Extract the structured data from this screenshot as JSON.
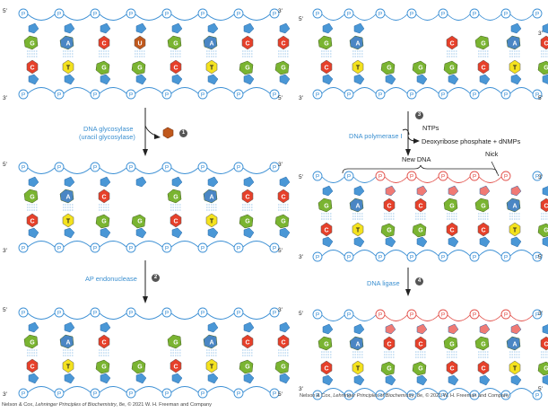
{
  "enzymes": {
    "glycosylase_line1": "DNA glycosylase",
    "glycosylase_line2": "(uracil glycosylase)",
    "ap_endonuclease": "AP endonuclease",
    "polymerase": "DNA polymerase I",
    "ligase": "DNA ligase"
  },
  "reagents": {
    "ntps": "NTPs",
    "byproducts": "Deoxyribose phosphate + dNMPs"
  },
  "removed_base": "U",
  "steps": [
    "1",
    "2",
    "3",
    "4"
  ],
  "annotations": {
    "new_dna": "New DNA",
    "nick": "Nick"
  },
  "strand_ends": {
    "five": "5′",
    "three": "3′"
  },
  "phosphate_label": "P",
  "credit": {
    "prefix": "Nelson & Cox, ",
    "title": "Lehninger Principles of Biochemistry",
    "suffix": ", 8e, © 2021 W. H. Freeman and Company"
  },
  "colors": {
    "backbone": "#3b8fd4",
    "sugar": "#4a97d6",
    "new_backbone": "#e2504a",
    "new_sugar": "#f07a74",
    "G": "#7ab431",
    "C": "#e6402a",
    "A": "#4a86c4",
    "T": "#f4e21e",
    "U": "#c0581c"
  },
  "panels": [
    {
      "top": [
        "G",
        "A",
        "C",
        "U",
        "G",
        "A",
        "C",
        "C"
      ],
      "bottom": [
        "C",
        "T",
        "G",
        "G",
        "C",
        "T",
        "G",
        "G"
      ],
      "missing": []
    },
    {
      "top": [
        "G",
        "A",
        "C",
        "",
        "G",
        "A",
        "C",
        "C"
      ],
      "bottom": [
        "C",
        "T",
        "G",
        "G",
        "C",
        "T",
        "G",
        "G"
      ],
      "missing": []
    },
    {
      "top": [
        "G",
        "A",
        "C",
        "",
        "G",
        "A",
        "C",
        "C"
      ],
      "bottom": [
        "C",
        "T",
        "G",
        "G",
        "C",
        "T",
        "G",
        "G"
      ],
      "missing": [
        3,
        4
      ]
    },
    {
      "top": [
        "G",
        "A",
        "",
        "",
        "C",
        "G",
        "A",
        "C"
      ],
      "bottom": [
        "C",
        "T",
        "G",
        "G",
        "G",
        "C",
        "T",
        "G"
      ],
      "missing": [
        2,
        3,
        4,
        5
      ]
    },
    {
      "top": [
        "G",
        "A",
        "C",
        "C",
        "G",
        "G",
        "A",
        "C"
      ],
      "bottom": [
        "C",
        "T",
        "G",
        "G",
        "C",
        "C",
        "T",
        "G"
      ],
      "missing": [],
      "new": [
        2,
        3,
        4,
        5,
        6
      ],
      "nick": 6
    },
    {
      "top": [
        "G",
        "A",
        "C",
        "C",
        "G",
        "G",
        "A",
        "C"
      ],
      "bottom": [
        "C",
        "T",
        "G",
        "G",
        "C",
        "C",
        "T",
        "G"
      ],
      "missing": [],
      "new": [
        2,
        3,
        4,
        5,
        6
      ]
    }
  ]
}
